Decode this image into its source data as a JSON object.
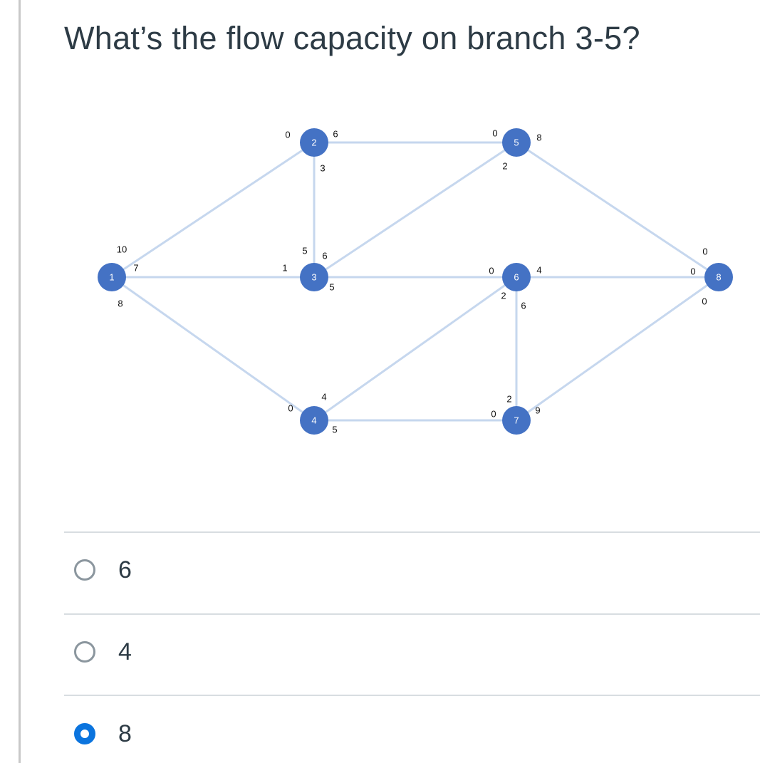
{
  "question": {
    "text": "What’s the flow capacity on branch 3-5?"
  },
  "diagram": {
    "nodes": [
      {
        "id": "1",
        "label": "1"
      },
      {
        "id": "2",
        "label": "2"
      },
      {
        "id": "3",
        "label": "3"
      },
      {
        "id": "4",
        "label": "4"
      },
      {
        "id": "5",
        "label": "5"
      },
      {
        "id": "6",
        "label": "6"
      },
      {
        "id": "7",
        "label": "7"
      },
      {
        "id": "8",
        "label": "8"
      }
    ],
    "edges": [
      [
        "1",
        "2"
      ],
      [
        "1",
        "3"
      ],
      [
        "1",
        "4"
      ],
      [
        "2",
        "3"
      ],
      [
        "2",
        "5"
      ],
      [
        "3",
        "5"
      ],
      [
        "3",
        "6"
      ],
      [
        "4",
        "6"
      ],
      [
        "4",
        "7"
      ],
      [
        "5",
        "8"
      ],
      [
        "6",
        "7"
      ],
      [
        "6",
        "8"
      ],
      [
        "7",
        "8"
      ]
    ],
    "capacity_labels": [
      {
        "node": "1",
        "text": "10"
      },
      {
        "node": "1",
        "text": "7"
      },
      {
        "node": "1",
        "text": "8"
      },
      {
        "node": "2",
        "text": "0"
      },
      {
        "node": "2",
        "text": "6"
      },
      {
        "node": "2",
        "text": "3"
      },
      {
        "node": "3",
        "text": "1"
      },
      {
        "node": "3",
        "text": "5"
      },
      {
        "node": "3",
        "text": "6"
      },
      {
        "node": "3",
        "text": "5"
      },
      {
        "node": "4",
        "text": "0"
      },
      {
        "node": "4",
        "text": "4"
      },
      {
        "node": "4",
        "text": "5"
      },
      {
        "node": "5",
        "text": "0"
      },
      {
        "node": "5",
        "text": "8"
      },
      {
        "node": "5",
        "text": "2"
      },
      {
        "node": "6",
        "text": "0"
      },
      {
        "node": "6",
        "text": "4"
      },
      {
        "node": "6",
        "text": "2"
      },
      {
        "node": "6",
        "text": "6"
      },
      {
        "node": "7",
        "text": "0"
      },
      {
        "node": "7",
        "text": "2"
      },
      {
        "node": "7",
        "text": "9"
      },
      {
        "node": "8",
        "text": "0"
      },
      {
        "node": "8",
        "text": "0"
      },
      {
        "node": "8",
        "text": "0"
      }
    ]
  },
  "answers": {
    "options": [
      {
        "label": "6",
        "selected": false
      },
      {
        "label": "4",
        "selected": false
      },
      {
        "label": "8",
        "selected": true
      }
    ]
  },
  "colors": {
    "node_fill": "#4472c4",
    "edge": "#c6d7ee",
    "radio_selected": "#0b74de",
    "text": "#2d3b45"
  }
}
